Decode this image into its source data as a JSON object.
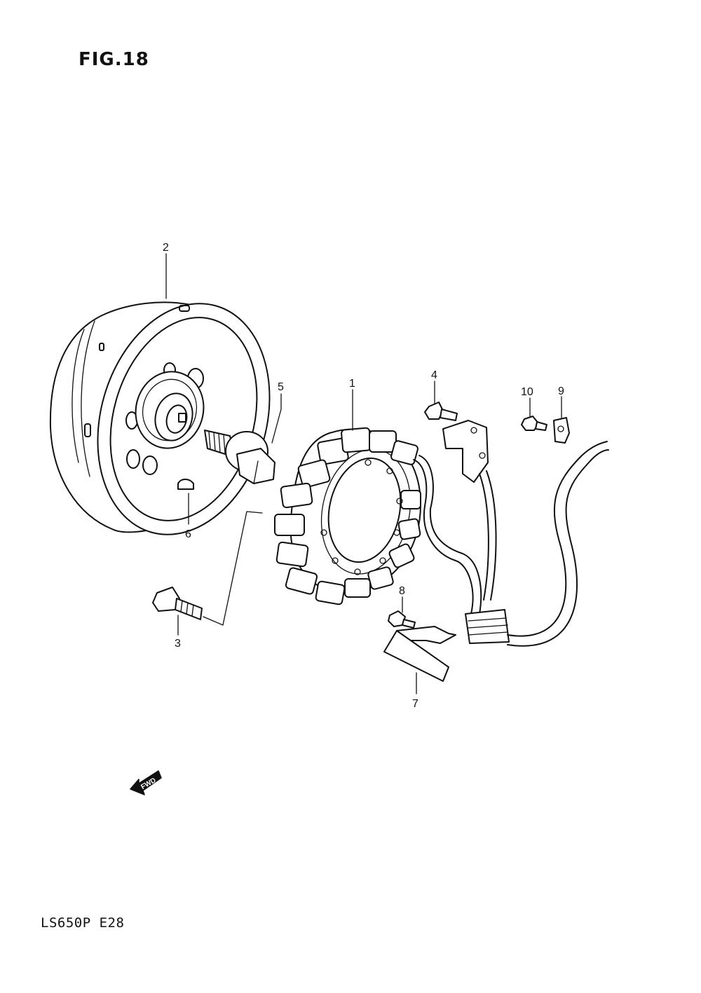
{
  "figure": {
    "title": "FIG.18",
    "model_code": "LS650P  E28"
  },
  "fwd_arrow": {
    "label": "FWD"
  },
  "callouts": [
    {
      "number": "1",
      "part": "stator"
    },
    {
      "number": "2",
      "part": "rotor"
    },
    {
      "number": "3",
      "part": "stator-bolt"
    },
    {
      "number": "4",
      "part": "pickup-screw"
    },
    {
      "number": "5",
      "part": "rotor-bolt"
    },
    {
      "number": "6",
      "part": "woodruff-key"
    },
    {
      "number": "7",
      "part": "lead-wire-clamp"
    },
    {
      "number": "8",
      "part": "clamp-screw"
    },
    {
      "number": "9",
      "part": "wire-clamp"
    },
    {
      "number": "10",
      "part": "clamp-screw"
    }
  ]
}
